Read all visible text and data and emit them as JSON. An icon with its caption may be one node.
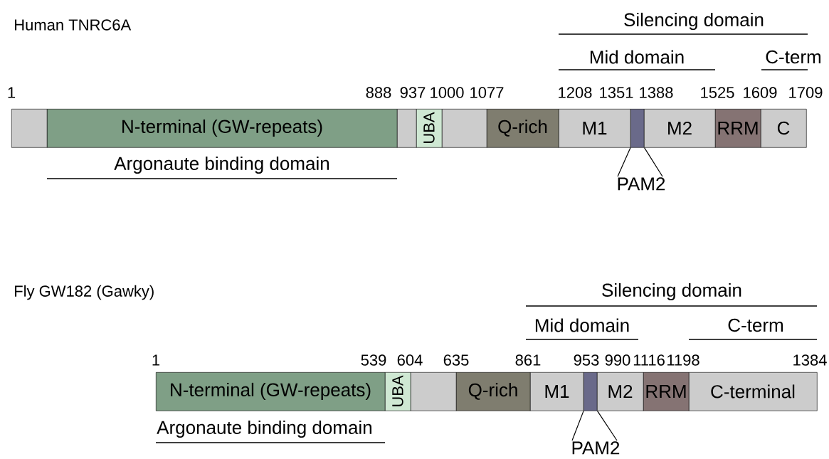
{
  "diagram": {
    "nodes": [
      {
        "text": [],
        "shape": "box"
      },
      {
        "text": [
          "N-terminal (GW-repeats)"
        ]
      },
      {
        "text": [],
        "shape": "box"
      },
      {
        "text": [
          "UBA"
        ]
      },
      {
        "text": [],
        "shape": "box"
      },
      {
        "text": [
          "Q-rich"
        ]
      },
      {
        "text": [
          "M1"
        ]
      },
      {
        "text": [],
        "shape": "box"
      },
      {
        "text": [
          "M2"
        ]
      },
      {
        "text": [
          "RRM"
        ]
      },
      {
        "text": [
          "C"
        ]
      },
      {
        "text": [
          "PAM2"
        ]
      },
      {
        "text": [
          "N-terminal (GW-repeats)"
        ]
      },
      {
        "text": [
          "UBA"
        ]
      },
      {
        "text": [],
        "shape": "box"
      },
      {
        "text": [
          "Q-rich"
        ]
      },
      {
        "text": [
          "M1"
        ]
      },
      {
        "text": [],
        "shape": "box"
      },
      {
        "text": [
          "M2"
        ]
      },
      {
        "text": [
          "RRM"
        ]
      },
      {
        "text": [
          "C-terminal"
        ]
      },
      {
        "text": [
          "PAM2"
        ]
      }
    ],
    "edges": [
      {
        "from": 11,
        "to": 7,
        "arrow": "none"
      },
      {
        "from": 11,
        "to": 7,
        "arrow": "none"
      },
      {
        "from": 21,
        "to": 17,
        "arrow": "none"
      },
      {
        "from": 21,
        "to": 17,
        "arrow": "none"
      }
    ],
    "labels": [
      "Human TNRC6A",
      "Silencing domain",
      "Mid domain",
      "C-term",
      "1",
      "888",
      "937",
      "1000",
      "1077",
      "1208",
      "1351",
      "1388",
      "1525",
      "1609",
      "1709",
      "Argonaute binding domain",
      "Fly GW182 (Gawky)",
      "Silencing domain",
      "Mid domain",
      "C-term",
      "1",
      "539",
      "604",
      "635",
      "861",
      "953",
      "990",
      "1116",
      "1198",
      "1384",
      "Argonaute binding domain"
    ]
  }
}
